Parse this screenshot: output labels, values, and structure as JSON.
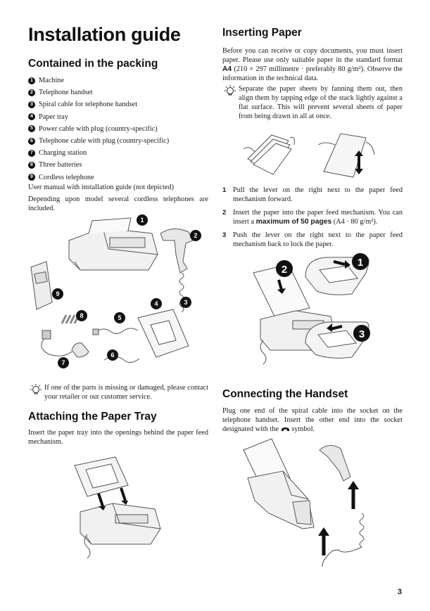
{
  "page_title": "Installation guide",
  "packing": {
    "heading": "Contained in the packing",
    "items": [
      {
        "n": "1",
        "label": "Machine"
      },
      {
        "n": "2",
        "label": "Telephone handset"
      },
      {
        "n": "3",
        "label": "Spiral cable for telephone handset"
      },
      {
        "n": "4",
        "label": "Paper tray"
      },
      {
        "n": "5",
        "label": "Power cable with plug (country-specific)"
      },
      {
        "n": "6",
        "label": "Telephone cable with plug (country-specific)"
      },
      {
        "n": "7",
        "label": "Charging station"
      },
      {
        "n": "8",
        "label": "Three batteries"
      },
      {
        "n": "9",
        "label": "Cordless telephone"
      }
    ],
    "note1": "User manual with installation guide (not depicted)",
    "note2": "Depending upon model several cordless telephones are included.",
    "tip": "If one of the parts is missing or damaged, please contact your retailer or our customer service."
  },
  "paper_tray": {
    "heading": "Attaching the Paper Tray",
    "text": "Insert the paper tray into the openings behind the paper feed mechanism."
  },
  "inserting_paper": {
    "heading": "Inserting Paper",
    "intro_a": "Before you can receive or copy documents, you must insert paper. Please use only suitable paper in the standard format",
    "intro_bold": "A4",
    "intro_b": "(210 × 297 millimetre · preferably 80 g/m²). Observe the information in the technical data.",
    "tip": "Separate the paper sheets by fanning them out, then align them by tapping edge of the stack lightly against a flat surface. This will prevent several sheets of paper from being drawn in all at once.",
    "steps": [
      {
        "n": "1",
        "text_a": "Pull the lever on the right next to the paper feed mechanism forward.",
        "bold": "",
        "text_b": ""
      },
      {
        "n": "2",
        "text_a": "Insert the paper into the paper feed mechanism. You can insert a",
        "bold": "maximum of 50 pages",
        "text_b": "(A4 · 80 g/m²)."
      },
      {
        "n": "3",
        "text_a": "Push the lever on the right next to the paper feed mechanism back to lock the paper.",
        "bold": "",
        "text_b": ""
      }
    ]
  },
  "handset": {
    "heading": "Connecting the Handset",
    "text_a": "Plug one end of the spiral cable into the socket on the telephone handset. Insert the other end into the socket designated with the",
    "text_b": "symbol."
  },
  "figure_callouts": {
    "packing": [
      "1",
      "2",
      "3",
      "4",
      "5",
      "6",
      "7",
      "8",
      "9"
    ],
    "paper": [
      "2",
      "1",
      "3"
    ]
  },
  "page_number": "3",
  "icons": {
    "tip": "lightbulb-icon",
    "handset_symbol": "telephone-handset-icon"
  },
  "colors": {
    "text": "#1a1a1a",
    "callout_bg": "#111111",
    "illustration_line": "#444444"
  }
}
